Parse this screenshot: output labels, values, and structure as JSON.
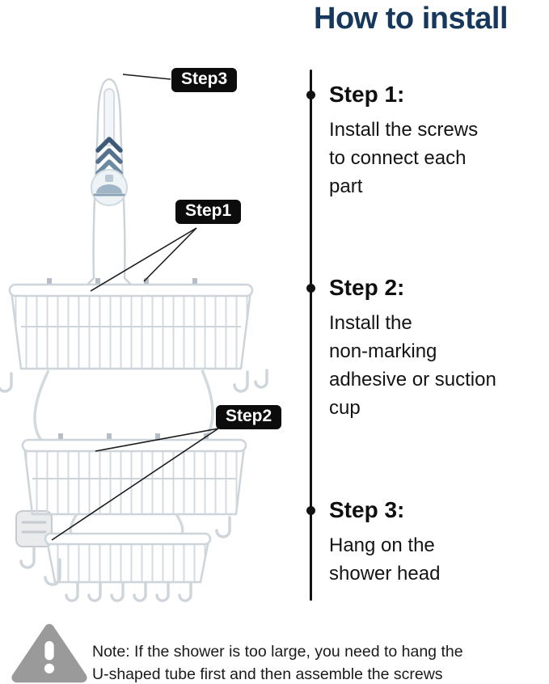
{
  "title": "How to install",
  "colors": {
    "title_text": "#15385c",
    "badge_bg": "#0c0c0c",
    "badge_text": "#ffffff",
    "timeline": "#121212",
    "note_icon": "#9a9a9a",
    "wire": "#d5dbe0"
  },
  "badges": {
    "step3": "Step3",
    "step1": "Step1",
    "step2": "Step2"
  },
  "steps": [
    {
      "heading": "Step 1:",
      "body": "Install the screws\nto connect each\npart"
    },
    {
      "heading": "Step 2:",
      "body": "Install the\nnon-marking\nadhesive or suction\ncup"
    },
    {
      "heading": "Step 3:",
      "body": "Hang on the\nshower head"
    }
  ],
  "note": "Note: If the shower is too large, you need to hang the\nU-shaped tube first and then assemble the screws"
}
